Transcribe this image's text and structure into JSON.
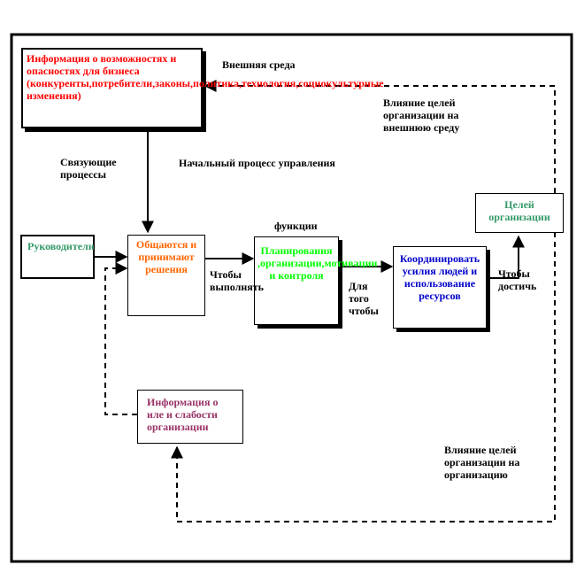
{
  "colors": {
    "red": "#ff0000",
    "green": "#339966",
    "orange": "#ff6600",
    "bright_green": "#00ff00",
    "blue": "#0000cc",
    "purple": "#993366",
    "black": "#000000"
  },
  "nodes": {
    "info_environment": "Информация о возможностях и опасностях для бизнеса (конкуренты,потребители,законы,политика,технология,социокультурные изменения)",
    "leaders": "Руководители",
    "communicate": "Общаются и принимают решения",
    "functions": "Планирования ,организации,мотивации и контроля",
    "coordinate": "Координировать усилия людей и использование ресурсов",
    "goals": "Целей организации",
    "info_internal": "Информация о иле и слабости организации"
  },
  "labels": {
    "external_env": "Внешняя среда",
    "influence_external": "Влияние целей организации на внешнюю среду",
    "linking": "Связующие процессы",
    "initial_process": "Начальный процесс управления",
    "functions": "функции",
    "to_perform": "Чтобы выполнять",
    "in_order": "Для того чтобы",
    "to_achieve": "Чтобы достичь",
    "influence_org": "Влияние целей организации на организацию"
  }
}
